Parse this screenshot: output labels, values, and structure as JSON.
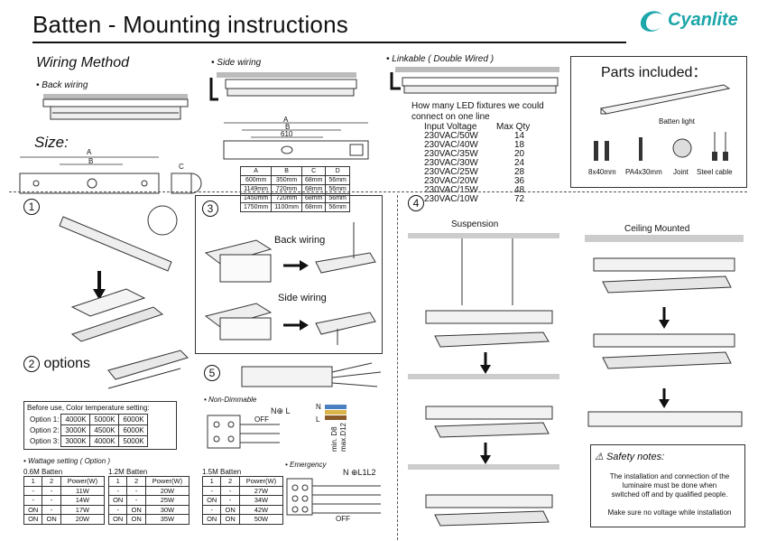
{
  "title": "Batten - Mounting instructions",
  "brand": "Cyanlite",
  "wiring": {
    "heading": "Wiring Method",
    "back": "Back wiring",
    "side": "Side wiring",
    "linkable": "Linkable ( Double Wired )"
  },
  "size": {
    "heading": "Size:",
    "labels": {
      "a": "A",
      "b": "B",
      "c": "C",
      "d610": "610"
    },
    "table": {
      "headers": [
        "A",
        "B",
        "C",
        "D"
      ],
      "rows": [
        [
          "600mm",
          "350mm",
          "68mm",
          "56mm"
        ],
        [
          "1149mm",
          "720mm",
          "68mm",
          "56mm"
        ],
        [
          "1450mm",
          "720mm",
          "68mm",
          "56mm"
        ],
        [
          "1750mm",
          "1100mm",
          "68mm",
          "56mm"
        ]
      ]
    }
  },
  "linkable": {
    "question_line1": "How many LED fixtures we could",
    "question_line2": "connect on one line",
    "col_voltage": "Input Voltage",
    "col_qty": "Max Qty",
    "rows": [
      [
        "230VAC/50W",
        "14"
      ],
      [
        "230VAC/40W",
        "18"
      ],
      [
        "230VAC/35W",
        "20"
      ],
      [
        "230VAC/30W",
        "24"
      ],
      [
        "230VAC/25W",
        "28"
      ],
      [
        "230VAC/20W",
        "36"
      ],
      [
        "230VAC/15W",
        "48"
      ],
      [
        "230VAC/10W",
        "72"
      ]
    ]
  },
  "parts": {
    "heading": "Parts included：",
    "batten_label": "Batten light",
    "items": [
      "8x40mm",
      "PA4x30mm",
      "Joint",
      "Steel cable"
    ]
  },
  "steps": {
    "s1": "1",
    "s2": "2",
    "s2_label": "options",
    "s3": "3",
    "s3_back": "Back wiring",
    "s3_side": "Side wiring",
    "s4": "4",
    "s4_suspension": "Suspension",
    "s4_ceiling": "Ceiling Mounted",
    "s5": "5"
  },
  "color_temp": {
    "note": "Before use, Color temperature setting:",
    "rows": [
      [
        "Option 1:",
        "4000K",
        "5000K",
        "6000K"
      ],
      [
        "Option 2:",
        "3000K",
        "4500K",
        "6000K"
      ],
      [
        "Option 3:",
        "3000K",
        "4000K",
        "5000K"
      ]
    ]
  },
  "wattage": {
    "heading": "Wattage setting ( Option )",
    "tables": [
      {
        "title": "0.6M Batten",
        "headers": [
          "1",
          "2",
          "Power(W)"
        ],
        "rows": [
          [
            "-",
            "-",
            "11W"
          ],
          [
            "-",
            "-",
            "14W"
          ],
          [
            "ON",
            "-",
            "17W"
          ],
          [
            "ON",
            "ON",
            "20W"
          ]
        ]
      },
      {
        "title": "1.2M Batten",
        "headers": [
          "1",
          "2",
          "Power(W)"
        ],
        "rows": [
          [
            "-",
            "-",
            "20W"
          ],
          [
            "ON",
            "-",
            "25W"
          ],
          [
            "-",
            "ON",
            "30W"
          ],
          [
            "ON",
            "ON",
            "35W"
          ]
        ]
      },
      {
        "title": "1.5M Batten",
        "headers": [
          "1",
          "2",
          "Power(W)"
        ],
        "rows": [
          [
            "-",
            "-",
            "27W"
          ],
          [
            "ON",
            "-",
            "34W"
          ],
          [
            "-",
            "ON",
            "42W"
          ],
          [
            "ON",
            "ON",
            "50W"
          ]
        ]
      }
    ]
  },
  "electrical": {
    "non_dimmable": "Non-Dimmable",
    "emergency": "Emergency",
    "nl": "N⊕ L",
    "nll": "N ⊕L1L2",
    "n": "N",
    "l": "L",
    "min": "min. D8",
    "max": "max.D12",
    "off": "OFF"
  },
  "safety": {
    "heading": "Safety notes:",
    "line1": "The installation and connection of the",
    "line2": "luminaire must be done when",
    "line3": "switched off and by qualified people.",
    "line4": "Make sure no voltage while installation"
  }
}
